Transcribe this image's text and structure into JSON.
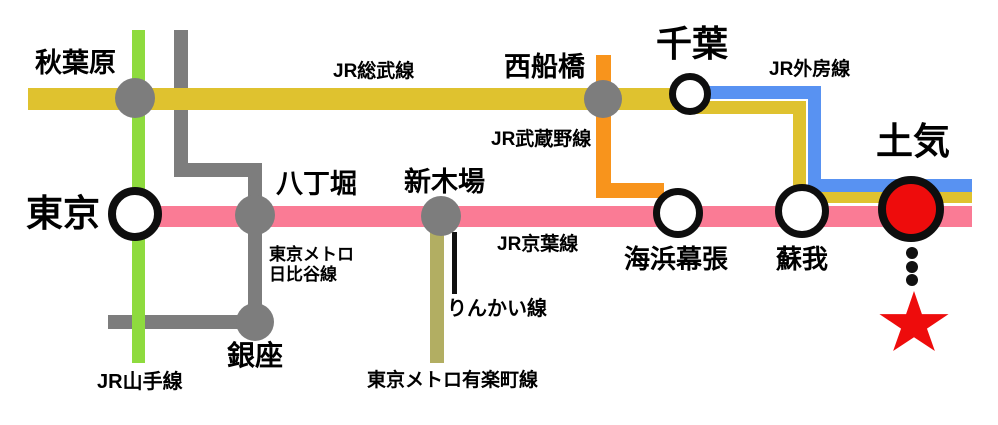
{
  "colors": {
    "sobu_yellow": "#dfc22f",
    "keiyo_pink": "#fa7b95",
    "yamanote_green": "#8edb3e",
    "metro_gray": "#7d7d7d",
    "musashino_orange": "#f8941c",
    "sotobo_blue": "#5892f2",
    "yurakucho_olive": "#b2ae62",
    "rinkai_black": "#101010",
    "station_gray": "#7d7d7d",
    "station_ring_black": "#0e0e0e",
    "highlight_red": "#ee0c0c"
  },
  "stations": {
    "akihabara": {
      "name": "秋葉原"
    },
    "tokyo": {
      "name": "東京"
    },
    "hatchobori": {
      "name": "八丁堀"
    },
    "ginza": {
      "name": "銀座"
    },
    "shinkiba": {
      "name": "新木場"
    },
    "nishi_funabashi": {
      "name": "西船橋"
    },
    "chiba": {
      "name": "千葉"
    },
    "kaihin_makuhari": {
      "name": "海浜幕張"
    },
    "soga": {
      "name": "蘇我"
    },
    "toke": {
      "name": "土気"
    }
  },
  "lines": {
    "sobu": {
      "label": "JR総武線"
    },
    "yamanote": {
      "label": "JR山手線"
    },
    "hibiya": {
      "label_line1": "東京メトロ",
      "label_line2": "日比谷線"
    },
    "keiyo": {
      "label": "JR京葉線"
    },
    "musashino": {
      "label": "JR武蔵野線"
    },
    "sotobo": {
      "label": "JR外房線"
    },
    "rinkai": {
      "label": "りんかい線"
    },
    "yurakucho": {
      "label": "東京メトロ有楽町線"
    }
  }
}
